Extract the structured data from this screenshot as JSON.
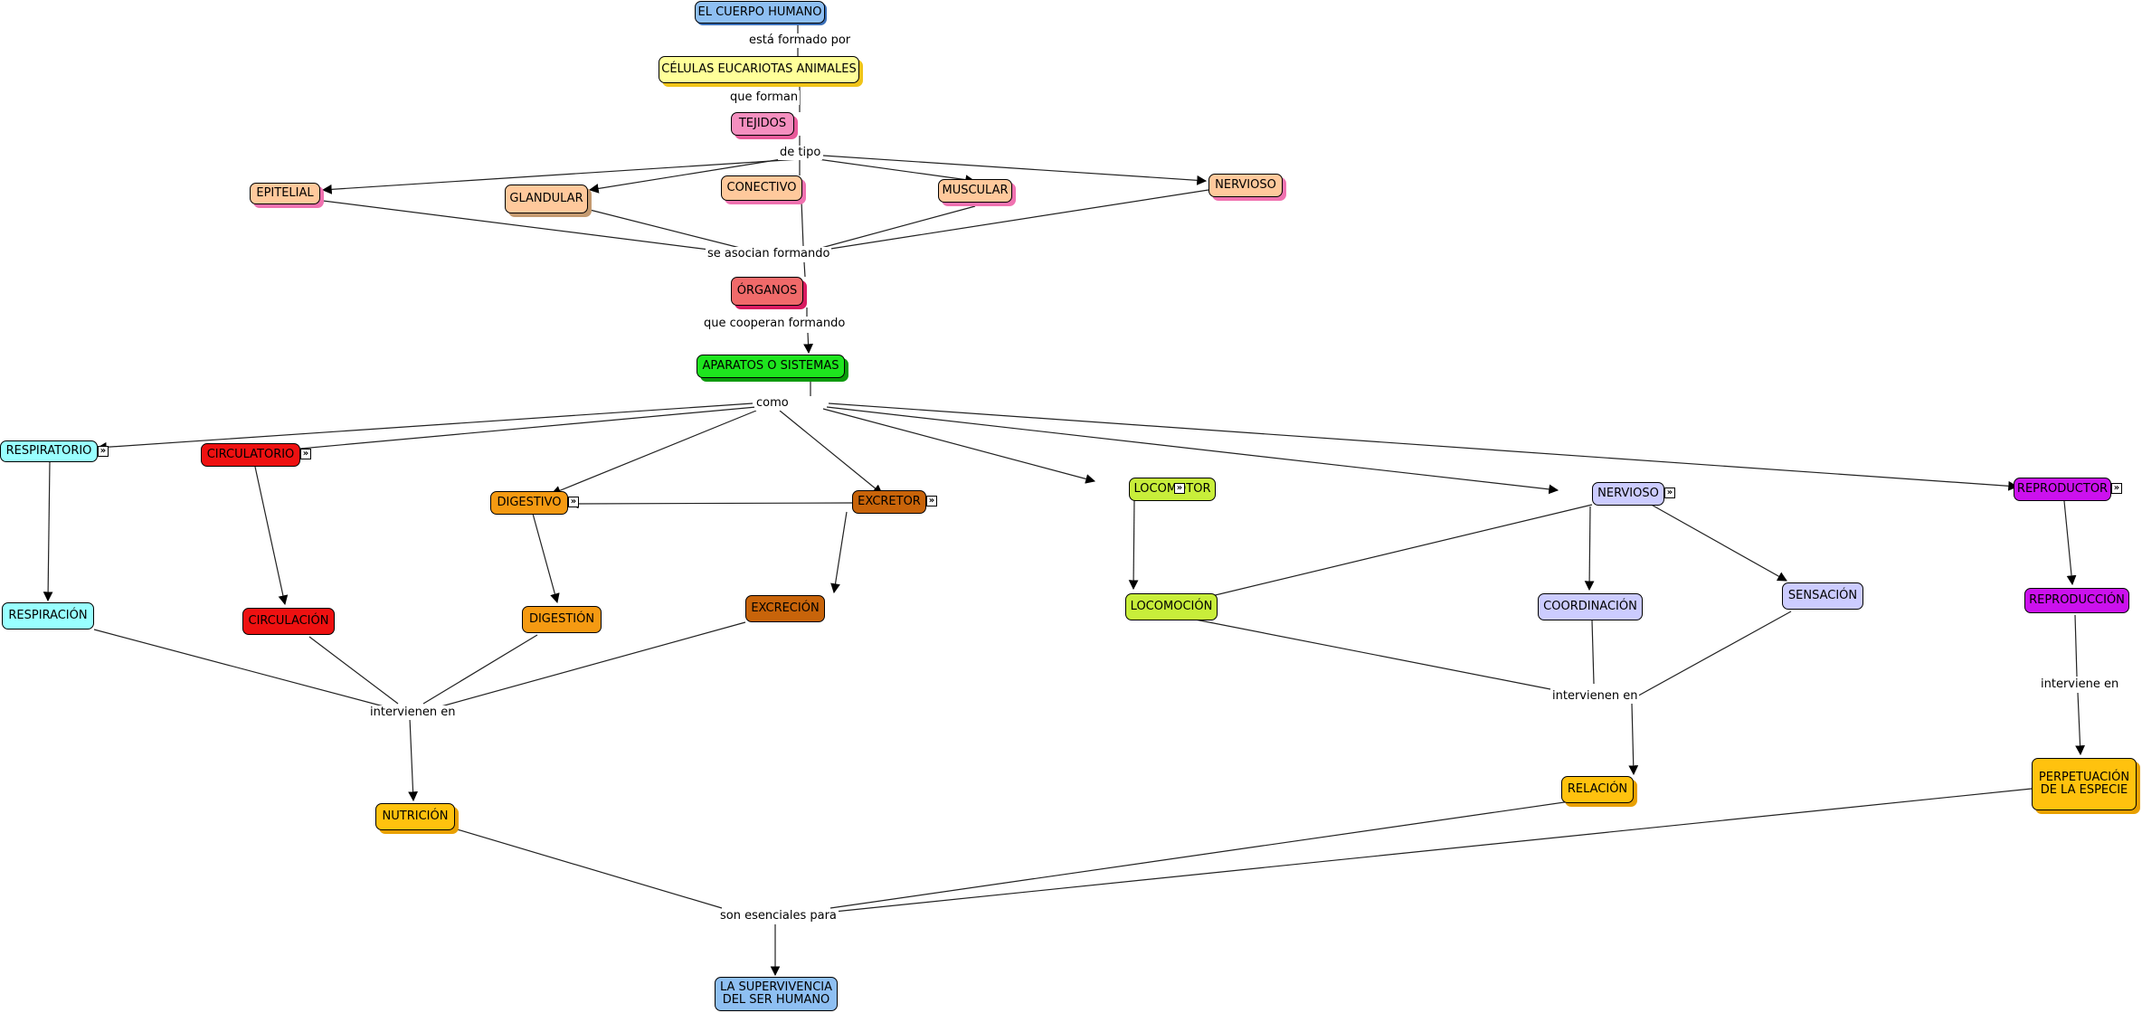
{
  "colors": {
    "blue": "#8ebff2",
    "yellow": "#ffff99",
    "pink": "#f48fbf",
    "peach": "#ffc99c",
    "red_light": "#f06a6a",
    "green": "#1ee51e",
    "cyan": "#99ffff",
    "red": "#ee1111",
    "orange": "#f59a12",
    "brown": "#c8640a",
    "lime": "#c8ee3a",
    "lavender": "#ccccff",
    "purple": "#cc11ee",
    "gold": "#ffc20e"
  },
  "nodes": {
    "cuerpo_humano": "EL CUERPO HUMANO",
    "celulas": "CÉLULAS EUCARIOTAS ANIMALES",
    "tejidos": "TEJIDOS",
    "epitelial": "EPITELIAL",
    "glandular": "GLANDULAR",
    "conectivo": "CONECTIVO",
    "muscular": "MUSCULAR",
    "nervioso_tejido": "NERVIOSO",
    "organos": "ÓRGANOS",
    "aparatos": "APARATOS O SISTEMAS",
    "respiratorio": "RESPIRATORIO",
    "circulatorio": "CIRCULATORIO",
    "digestivo": "DIGESTIVO",
    "excretor": "EXCRETOR",
    "locomotor": "LOCOMOTOR",
    "nervioso_sistema": "NERVIOSO",
    "reproductor": "REPRODUCTOR",
    "respiracion": "RESPIRACIÓN",
    "circulacion": "CIRCULACIÓN",
    "digestion": "DIGESTIÓN",
    "excrecion": "EXCRECIÓN",
    "locomocion": "LOCOMOCIÓN",
    "coordinacion": "COORDINACIÓN",
    "sensacion": "SENSACIÓN",
    "reproduccion": "REPRODUCCIÓN",
    "nutricion": "NUTRICIÓN",
    "relacion": "RELACIÓN",
    "perpetuacion": "PERPETUACIÓN DE LA ESPECIE",
    "supervivencia": "LA SUPERVIVENCIA DEL SER HUMANO"
  },
  "links": {
    "esta_formado_por": "está formado por",
    "que_forman": "que forman",
    "de_tipo": "de tipo",
    "se_asocian_formando": "se asocian formando",
    "que_cooperan_formando": "que cooperan formando",
    "como": "como",
    "intervienen_en_1": "intervienen en",
    "intervienen_en_2": "intervienen en",
    "interviene_en": "interviene en",
    "son_esenciales_para": "son esenciales para"
  },
  "expand_glyph": "»"
}
